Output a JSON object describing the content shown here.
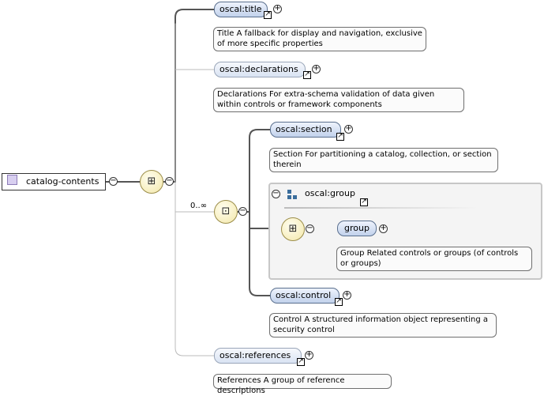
{
  "root": {
    "label": "catalog-contents"
  },
  "cardinality": "0..∞",
  "elements": {
    "title": {
      "name": "oscal:title",
      "desc": "Title A fallback for display and navigation, exclusive of more specific properties"
    },
    "declarations": {
      "name": "oscal:declarations",
      "desc": "Declarations For extra-schema validation of data given within controls or framework components"
    },
    "section": {
      "name": "oscal:section",
      "desc": "Section For partitioning a catalog, collection, or section therein"
    },
    "group_ref": {
      "name": "oscal:group"
    },
    "group": {
      "name": "group",
      "desc": "Group Related controls or groups (of controls or groups)"
    },
    "control": {
      "name": "oscal:control",
      "desc": "Control A structured information object representing a security control"
    },
    "references": {
      "name": "oscal:references",
      "desc": "References A group of reference descriptions"
    }
  },
  "symbols": {
    "plus": "+",
    "minus": "−",
    "link": "↗"
  },
  "icons": {
    "sequence": "sequence-compositor-icon",
    "choice": "choice-compositor-icon",
    "group_model": "group-model-icon"
  },
  "colors": {
    "element_fill": "#c2d2ec",
    "element_border": "#5a6f8e",
    "compositor_fill": "#f3e7a8",
    "group_frame": "#f4f4f4"
  }
}
